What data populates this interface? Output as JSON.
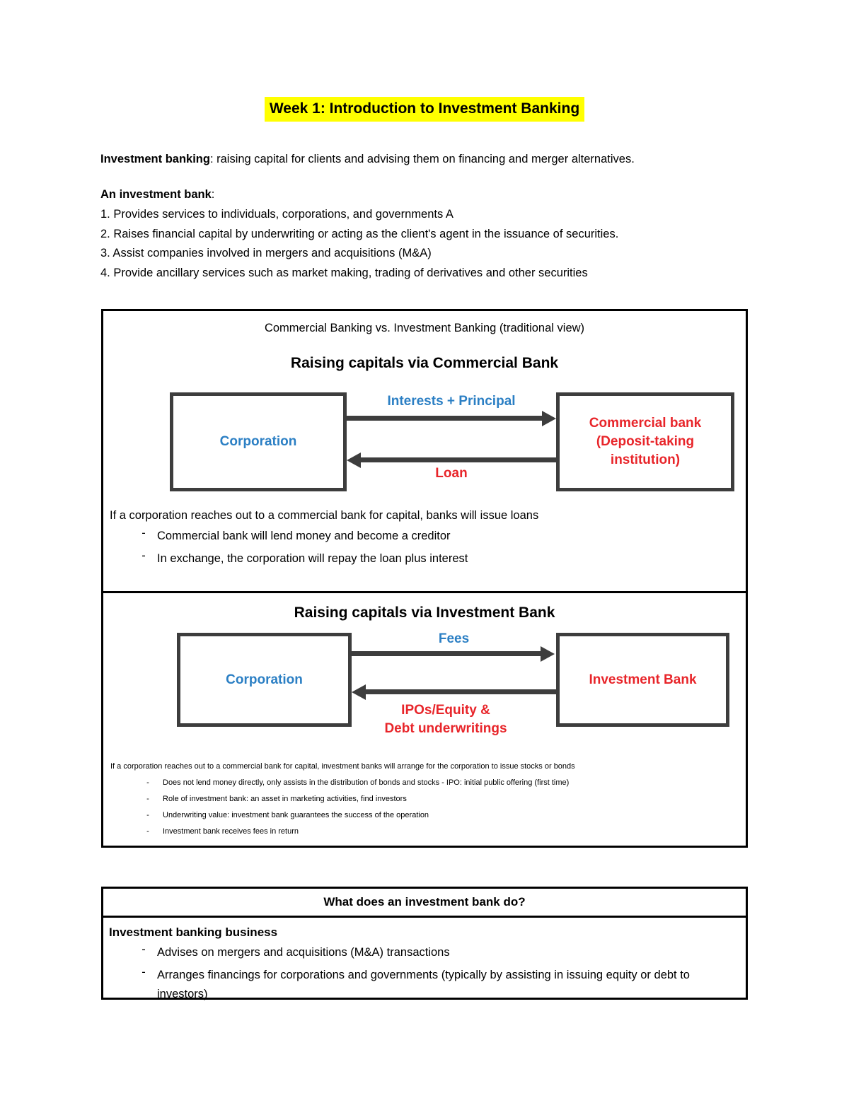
{
  "title": "Week 1: Introduction to Investment Banking",
  "marker": "-",
  "intro": {
    "lead": "Investment banking",
    "rest": ": raising capital for clients and advising them on financing and merger alternatives."
  },
  "definition": {
    "heading": "An investment bank",
    "colon": ":",
    "items": [
      "1. Provides services to individuals, corporations, and governments A",
      "2. Raises financial capital by underwriting or acting as the client's agent in the issuance of securities.",
      "3. Assist companies involved in mergers and acquisitions (M&A)",
      "4. Provide ancillary services such as market making, trading of derivatives and other securities"
    ]
  },
  "commercial": {
    "caption": "Commercial Banking vs. Investment Banking  (traditional view)",
    "title": "Raising capitals via Commercial Bank",
    "left_node": "Corporation",
    "right_node_line1": "Commercial bank",
    "right_node_line2": "(Deposit-taking",
    "right_node_line3": "institution)",
    "top_arrow": "Interests + Principal",
    "bottom_arrow": "Loan",
    "note": "If a corporation reaches out to a commercial bank for capital, banks will issue loans",
    "bullets": [
      "Commercial bank will lend money and become a creditor",
      "In exchange, the corporation will repay the loan plus interest"
    ]
  },
  "investment": {
    "title": "Raising capitals via Investment Bank",
    "left_node": "Corporation",
    "right_node": "Investment Bank",
    "top_arrow": "Fees",
    "bottom_arrow_line1": "IPOs/Equity &",
    "bottom_arrow_line2": "Debt underwritings",
    "note": "If a corporation reaches out to a commercial bank for capital, investment banks will arrange for the  corporation to issue stocks or bonds",
    "bullets": [
      "Does not lend money directly, only assists in the distribution of bonds and stocks - IPO: initial public offering (first time)",
      "Role of investment bank: an asset in marketing activities, find investors",
      "Underwriting value: investment bank guarantees the success of the operation",
      "Investment bank receives fees in return"
    ]
  },
  "what": {
    "header": "What does an investment bank do?",
    "subheading": "Investment banking business",
    "bullets": [
      "Advises on mergers and acquisitions (M&A) transactions",
      "Arranges financings for corporations and governments (typically by assisting in issuing equity or debt to investors)"
    ]
  },
  "colors": {
    "highlight": "#ffff00",
    "blue": "#2b7fc4",
    "red": "#e8252a",
    "arrow": "#3d3d3d"
  }
}
